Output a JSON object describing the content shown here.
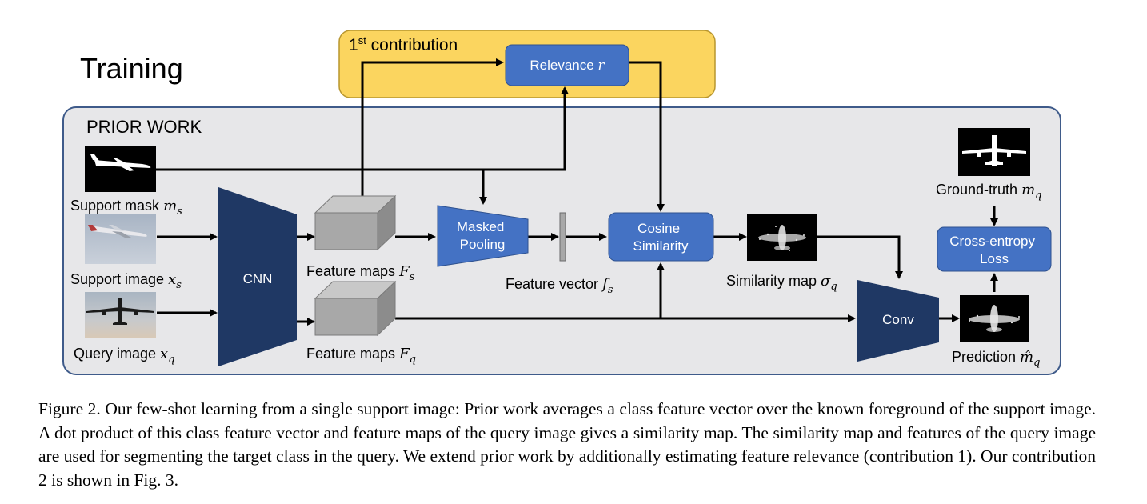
{
  "title": "Training",
  "prior_work_label": "PRIOR WORK",
  "contribution": {
    "superscript_num": "1",
    "superscript": "st",
    "label": "contribution"
  },
  "relevance": {
    "text": "Relevance ",
    "symbol": "r"
  },
  "cnn": "CNN",
  "masked_pooling": {
    "line1": "Masked",
    "line2": "Pooling"
  },
  "cosine_similarity": {
    "line1": "Cosine",
    "line2": "Similarity"
  },
  "cross_entropy": {
    "line1": "Cross-entropy",
    "line2": "Loss"
  },
  "conv": "Conv",
  "labels": {
    "support_mask": {
      "text": "Support mask ",
      "sym": "m",
      "sub": "s"
    },
    "support_image": {
      "text": "Support image ",
      "sym": "x",
      "sub": "s"
    },
    "query_image": {
      "text": "Query image ",
      "sym": "x",
      "sub": "q"
    },
    "feature_maps_s": {
      "text": "Feature maps ",
      "sym": "F",
      "sub": "s"
    },
    "feature_maps_q": {
      "text": "Feature maps ",
      "sym": "F",
      "sub": "q"
    },
    "feature_vector": {
      "text": "Feature vector ",
      "sym": "f",
      "sub": "s"
    },
    "similarity_map": {
      "text": "Similarity map ",
      "sym": "σ",
      "sub": "q"
    },
    "ground_truth": {
      "text": "Ground-truth ",
      "sym": "m",
      "sub": "q"
    },
    "prediction": {
      "text": "Prediction ",
      "sym": "m̂",
      "sub": "q"
    }
  },
  "caption": "Figure 2. Our few-shot learning from a single support image: Prior work averages a class feature vector over the known foreground of the support image. A dot product of this class feature vector and feature maps of the query image gives a similarity map. The similarity map and features of the query image are used for segmenting the target class in the query. We extend prior work by additionally estimating feature relevance (contribution 1). Our contribution 2 is shown in Fig. 3.",
  "colors": {
    "prior_bg": "#e7e7e9",
    "prior_border": "#3f5b8a",
    "contrib_bg": "#fbd55f",
    "contrib_border": "#b8962f",
    "blue_box": "#4472c4",
    "dark_blue": "#1f3864",
    "cube_front": "#a8a8a8",
    "cube_top": "#c8c8c8",
    "cube_side": "#8c8c8c"
  }
}
